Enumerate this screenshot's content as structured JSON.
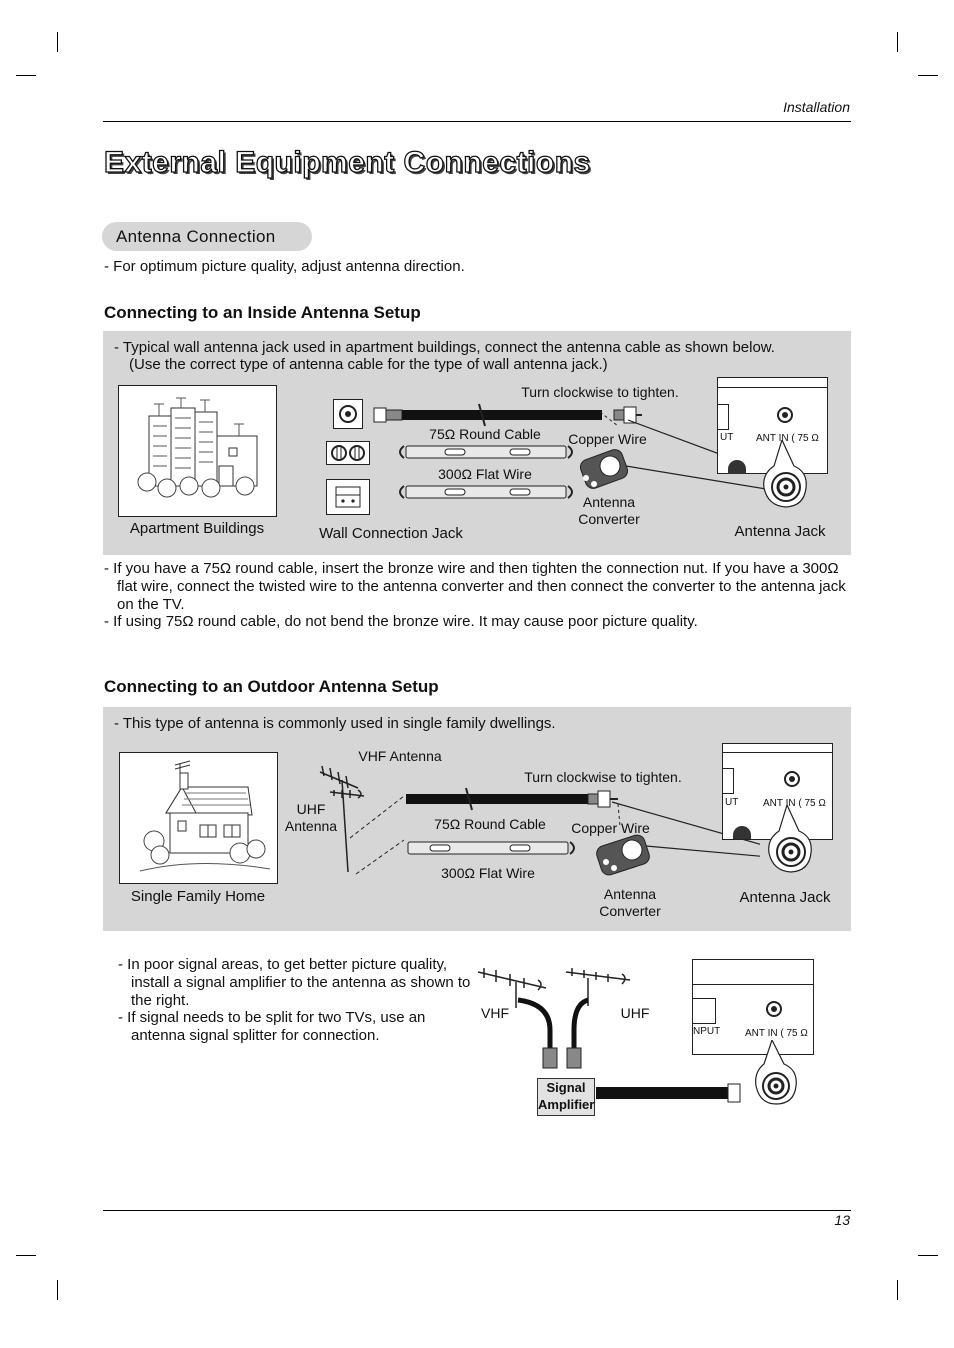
{
  "header": {
    "section": "Installation",
    "page_number": "13"
  },
  "title": "External Equipment Connections",
  "antenna_connection": {
    "label": "Antenna Connection",
    "note": "- For optimum picture quality, adjust antenna direction."
  },
  "inside": {
    "heading": "Connecting to an Inside Antenna Setup",
    "intro_line1": "-  Typical wall antenna jack used in apartment buildings, connect the antenna cable as shown below.",
    "intro_line2": "(Use the correct type of antenna cable for the type of wall antenna jack.)",
    "labels": {
      "apartment": "Apartment Buildings",
      "wall_jack": "Wall Connection Jack",
      "round_cable": "75Ω Round Cable",
      "flat_wire": "300Ω Flat Wire",
      "tighten": "Turn clockwise to tighten.",
      "copper": "Copper Wire",
      "converter": "Antenna\nConverter",
      "antenna_jack": "Antenna Jack",
      "port_out": "UT",
      "port_ant": "ANT IN (  75 Ω"
    },
    "notes": [
      "- If you have a 75Ω round cable, insert the bronze wire and then tighten the connection nut. If you have a 300Ω flat wire, connect the twisted wire to the antenna converter and then connect the converter to the antenna jack on the TV.",
      "- If using 75Ω round cable, do not bend the bronze wire. It may cause poor picture quality."
    ]
  },
  "outdoor": {
    "heading": "Connecting to an Outdoor Antenna Setup",
    "intro": "-  This type of antenna is commonly used in single family dwellings.",
    "labels": {
      "home": "Single Family Home",
      "vhf_antenna": "VHF Antenna",
      "uhf_antenna": "UHF\nAntenna",
      "round_cable": "75Ω Round Cable",
      "flat_wire": "300Ω Flat Wire",
      "tighten": "Turn clockwise to tighten.",
      "copper": "Copper Wire",
      "converter": "Antenna\nConverter",
      "antenna_jack": "Antenna Jack",
      "port_out": "UT",
      "port_ant": "ANT IN (  75 Ω"
    }
  },
  "signal": {
    "notes": [
      "-  In poor signal areas, to get better picture quality, install a signal amplifier to the antenna as shown to the right.",
      "-  If signal needs to be split for two TVs, use an antenna signal splitter for connection."
    ],
    "labels": {
      "vhf": "VHF",
      "uhf": "UHF",
      "amplifier": "Signal\nAmplifier",
      "port_in": "NPUT",
      "port_ant": "ANT IN (  75 Ω"
    }
  }
}
